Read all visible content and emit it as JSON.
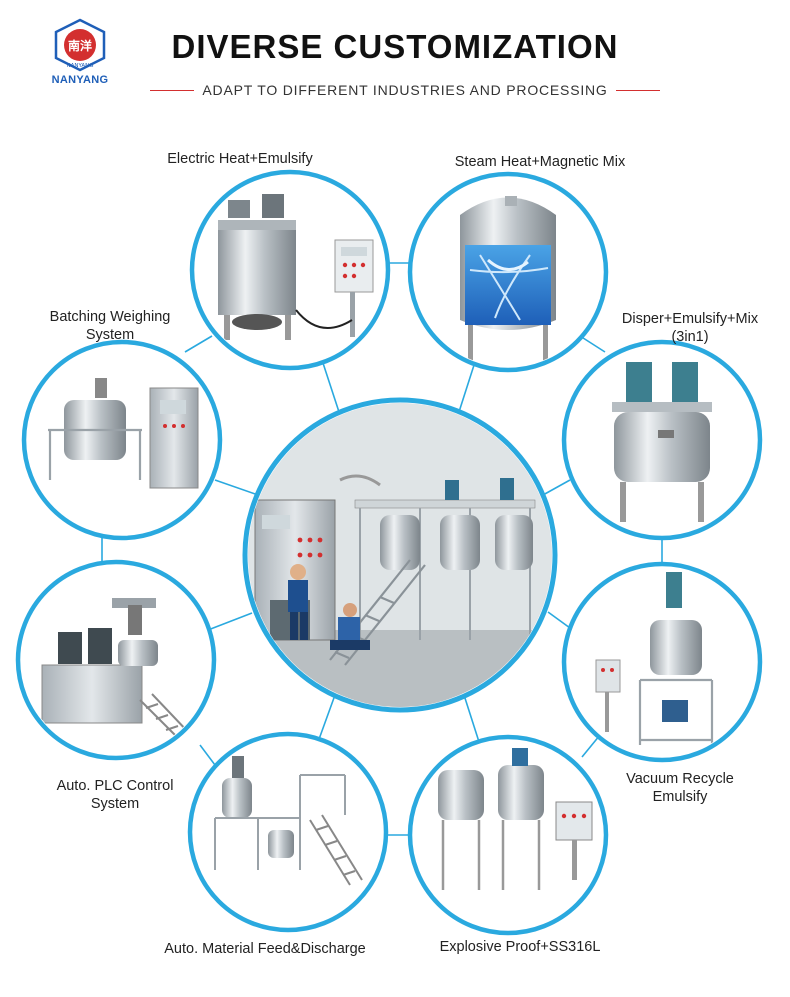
{
  "brand": {
    "logo_text": "南洋",
    "name": "NANYANG",
    "ring_text": "NANYANG",
    "red": "#d32f2f",
    "blue": "#1f5fb8"
  },
  "header": {
    "title": "DIVERSE CUSTOMIZATION",
    "subtitle": "ADAPT TO DIFFERENT INDUSTRIES AND PROCESSING"
  },
  "accent": "#2aa9df",
  "center": {
    "image": "production-line-photo"
  },
  "items": [
    {
      "label_1": "Electric Heat+Emulsify",
      "label_2": "",
      "image": "electric-heat-tank-photo"
    },
    {
      "label_1": "Steam Heat+Magnetic Mix",
      "label_2": "",
      "image": "steam-heat-tank-photo"
    },
    {
      "label_1": "Disper+Emulsify+Mix",
      "label_2": "(3in1)",
      "image": "dual-motor-tank-photo"
    },
    {
      "label_1": "Vacuum Recycle",
      "label_2": "Emulsify",
      "image": "vacuum-emulsifier-photo"
    },
    {
      "label_1": "Explosive Proof+SS316L",
      "label_2": "",
      "image": "explosion-proof-tanks-photo"
    },
    {
      "label_1": "Auto. Material Feed&Discharge",
      "label_2": "",
      "image": "platform-system-photo"
    },
    {
      "label_1": "Auto. PLC Control",
      "label_2": "System",
      "image": "plc-control-system-photo"
    },
    {
      "label_1": "Batching Weighing",
      "label_2": "System",
      "image": "batching-weighing-photo"
    }
  ]
}
